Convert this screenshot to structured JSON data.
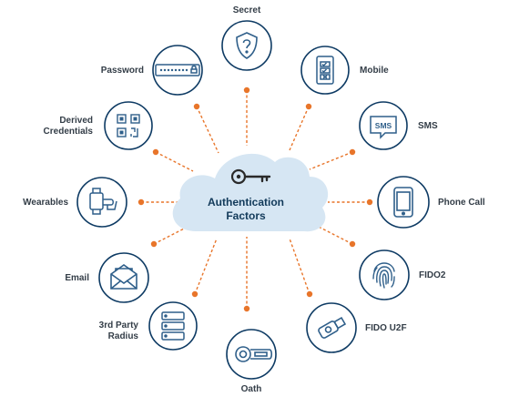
{
  "center": {
    "line1": "Authentication",
    "line2": "Factors",
    "icon": "key-icon"
  },
  "colors": {
    "connector": "#e8752a",
    "ring": "#0d3a63",
    "cloud": "#d6e6f3",
    "icon": "#2f5f8a",
    "text": "#333d47"
  },
  "factors": [
    {
      "id": "secret",
      "label": "Secret",
      "icon": "shield-question-icon"
    },
    {
      "id": "mobile",
      "label": "Mobile",
      "icon": "mobile-checklist-icon"
    },
    {
      "id": "sms",
      "label": "SMS",
      "icon": "sms-bubble-icon"
    },
    {
      "id": "phone-call",
      "label": "Phone Call",
      "icon": "smartphone-icon"
    },
    {
      "id": "fido2",
      "label": "FIDO2",
      "icon": "fingerprint-icon"
    },
    {
      "id": "fido-u2f",
      "label": "FIDO U2F",
      "icon": "usb-key-icon"
    },
    {
      "id": "oath",
      "label": "Oath",
      "icon": "hardware-token-icon"
    },
    {
      "id": "radius",
      "label_line1": "3rd Party",
      "label_line2": "Radius",
      "icon": "server-stack-icon"
    },
    {
      "id": "email",
      "label": "Email",
      "icon": "envelope-icon"
    },
    {
      "id": "wearables",
      "label": "Wearables",
      "icon": "smartwatch-icon"
    },
    {
      "id": "derived",
      "label_line1": "Derived",
      "label_line2": "Credentials",
      "icon": "qr-code-icon"
    },
    {
      "id": "password",
      "label": "Password",
      "icon": "password-field-icon"
    }
  ]
}
